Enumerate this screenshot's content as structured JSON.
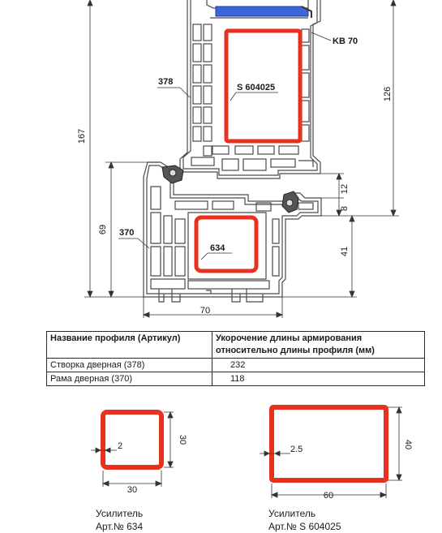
{
  "drawing": {
    "labels": {
      "kb": "KB 70",
      "sash_profile": "378",
      "sash_reinforcement": "S 604025",
      "frame_profile": "370",
      "frame_reinforcement": "634"
    },
    "dimensions": {
      "total_height": "167",
      "sash_height": "126",
      "frame_height": "69",
      "overlap_12": "12",
      "gap_8": "8",
      "frame_41": "41",
      "width": "70"
    }
  },
  "table": {
    "headers": [
      "Название профиля (Артикул)",
      "Укорочение длины армирования относительно длины профиля (мм)"
    ],
    "rows": [
      {
        "name": "Створка дверная (378)",
        "value": "232"
      },
      {
        "name": "Рама дверная (370)",
        "value": "118"
      }
    ]
  },
  "reinforcements": [
    {
      "side": "30",
      "bottom": "30",
      "wall": "2",
      "caption_line1": "Усилитель",
      "caption_line2": "Арт.№ 634"
    },
    {
      "side": "40",
      "bottom": "60",
      "wall": "2.5",
      "caption_line1": "Усилитель",
      "caption_line2": "Арт.№ S 604025"
    }
  ],
  "colors": {
    "reinforcement": "#e8321f",
    "gasket": "#3a66d8",
    "profile_outline": "#4a4a4a",
    "seal": "#555555"
  }
}
